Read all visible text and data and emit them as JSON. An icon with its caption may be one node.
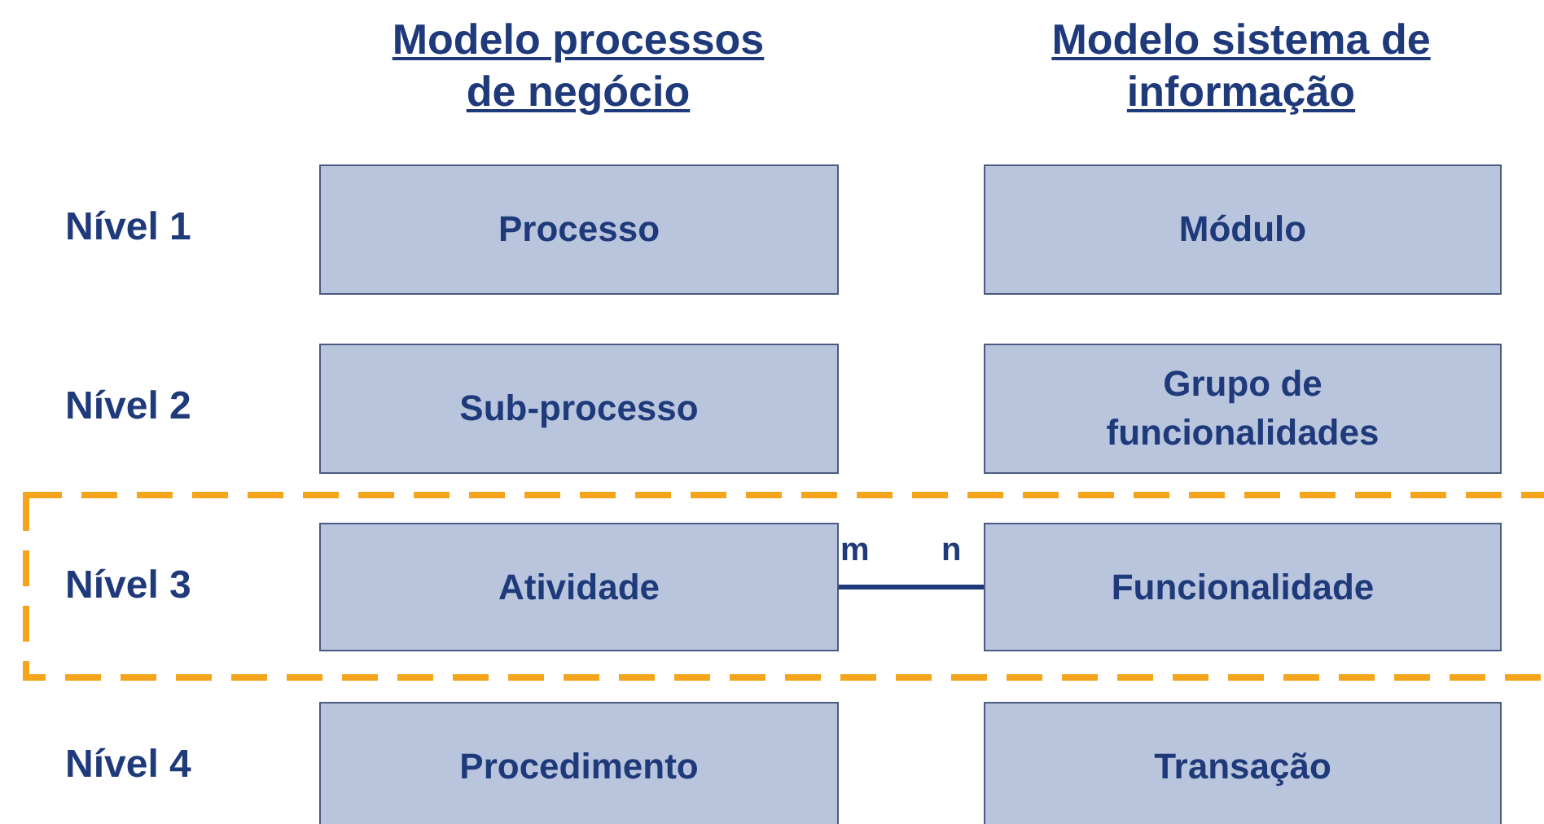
{
  "diagram": {
    "nodes": [
      {
        "text": [
          "Processo"
        ]
      },
      {
        "text": [
          "Módulo"
        ]
      },
      {
        "text": [
          "Sub-processo"
        ]
      },
      {
        "text": [
          "Grupo de funcionalidades"
        ]
      },
      {
        "text": [],
        "shape": "box"
      },
      {
        "text": [
          "Atividade"
        ],
        "in": 4
      },
      {
        "text": [
          "Funcionalidade"
        ],
        "in": 4
      },
      {
        "text": [
          "Procedimento"
        ]
      },
      {
        "text": [
          "Transação"
        ]
      }
    ],
    "edges": [
      {
        "from": 5,
        "to": 6,
        "arrow": "none"
      }
    ],
    "labels": [
      "Modelo processos de negócio",
      "Modelo sistema de informação",
      "Nível 1",
      "Nível 2",
      "Nível 3",
      "m",
      "n",
      "Nível 4"
    ]
  }
}
